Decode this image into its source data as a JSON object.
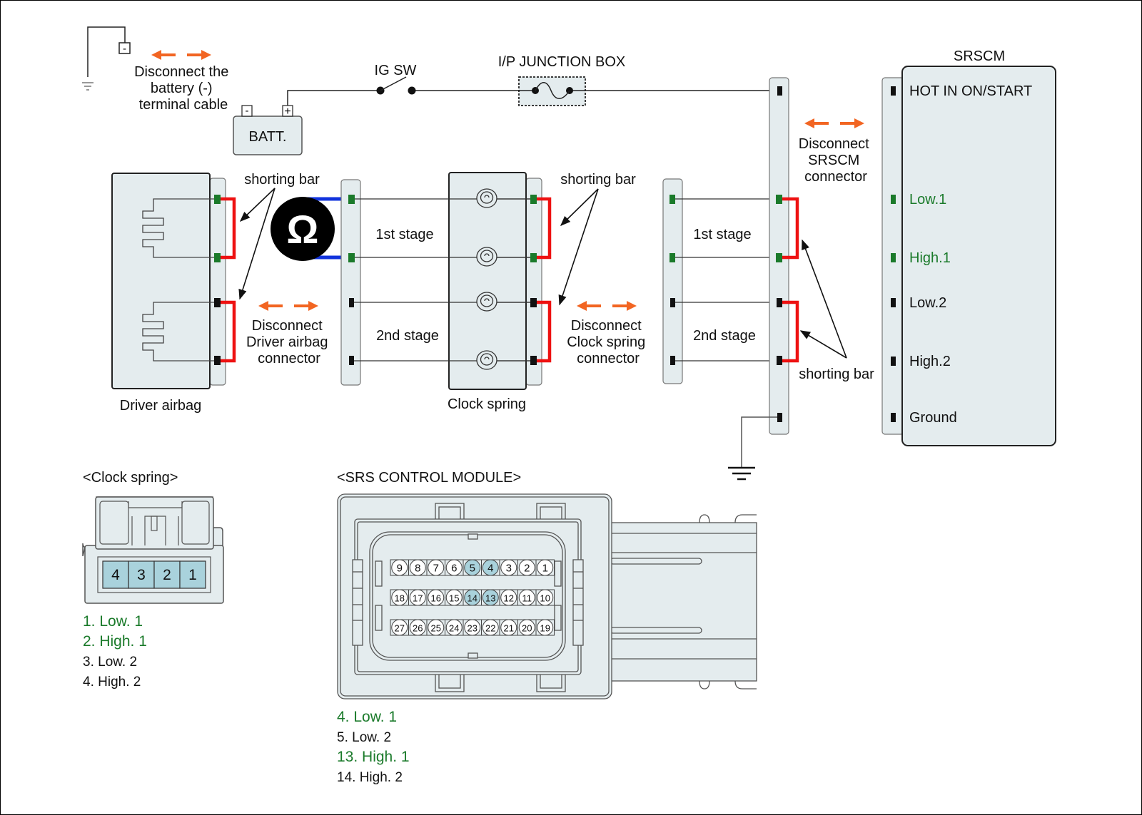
{
  "colors": {
    "component_fill": "#e4ecee",
    "pin_highlight": "#a9d2dc",
    "shorting_bar": "#ee1111",
    "meter_lead": "#1133dd",
    "disconnect_arrow": "#f26522",
    "green_pin": "#1a7a2a",
    "black_pin": "#111111"
  },
  "battery": {
    "disconnect_label": [
      "Disconnect the",
      "battery (-)",
      "terminal cable"
    ],
    "neg_terminal": "-",
    "pos_terminal": "+",
    "label": "BATT."
  },
  "ig_switch": {
    "label": "IG SW"
  },
  "junction_box": {
    "label": "I/P JUNCTION BOX"
  },
  "srscm": {
    "title": "SRSCM",
    "disconnect_label": [
      "Disconnect",
      "SRSCM",
      "connector"
    ],
    "pins": [
      {
        "label": "HOT IN ON/START",
        "highlight": false
      },
      {
        "label": "Low.1",
        "highlight": true
      },
      {
        "label": "High.1",
        "highlight": true
      },
      {
        "label": "Low.2",
        "highlight": false
      },
      {
        "label": "High.2",
        "highlight": false
      },
      {
        "label": "Ground",
        "highlight": false
      }
    ],
    "shorting_bar_label": "shorting bar"
  },
  "driver_airbag": {
    "label": "Driver airbag",
    "shorting_bar_label": "shorting bar",
    "disconnect_label": [
      "Disconnect",
      "Driver airbag",
      "connector"
    ]
  },
  "ohmmeter": {
    "symbol": "Ω"
  },
  "clock_spring": {
    "label": "Clock spring",
    "shorting_bar_label": "shorting bar",
    "disconnect_label": [
      "Disconnect",
      "Clock spring",
      "connector"
    ]
  },
  "stages": {
    "first": "1st stage",
    "second": "2nd stage"
  },
  "clock_spring_connector": {
    "title": "<Clock spring>",
    "pins": [
      "4",
      "3",
      "2",
      "1"
    ],
    "legend": [
      {
        "text": "1. Low. 1",
        "highlight": true
      },
      {
        "text": "2. High. 1",
        "highlight": true
      },
      {
        "text": "3. Low. 2",
        "highlight": false
      },
      {
        "text": "4. High. 2",
        "highlight": false
      }
    ]
  },
  "srs_module_connector": {
    "title": "<SRS CONTROL MODULE>",
    "rows": [
      [
        "9",
        "8",
        "7",
        "6",
        "5",
        "4",
        "3",
        "2",
        "1"
      ],
      [
        "18",
        "17",
        "16",
        "15",
        "14",
        "13",
        "12",
        "11",
        "10"
      ],
      [
        "27",
        "26",
        "25",
        "24",
        "23",
        "22",
        "21",
        "20",
        "19"
      ]
    ],
    "highlighted_pins": [
      "4",
      "5",
      "13",
      "14"
    ],
    "legend": [
      {
        "text": "4. Low. 1",
        "highlight": true
      },
      {
        "text": "5. Low. 2",
        "highlight": false
      },
      {
        "text": "13. High. 1",
        "highlight": true
      },
      {
        "text": "14. High. 2",
        "highlight": false
      }
    ]
  }
}
